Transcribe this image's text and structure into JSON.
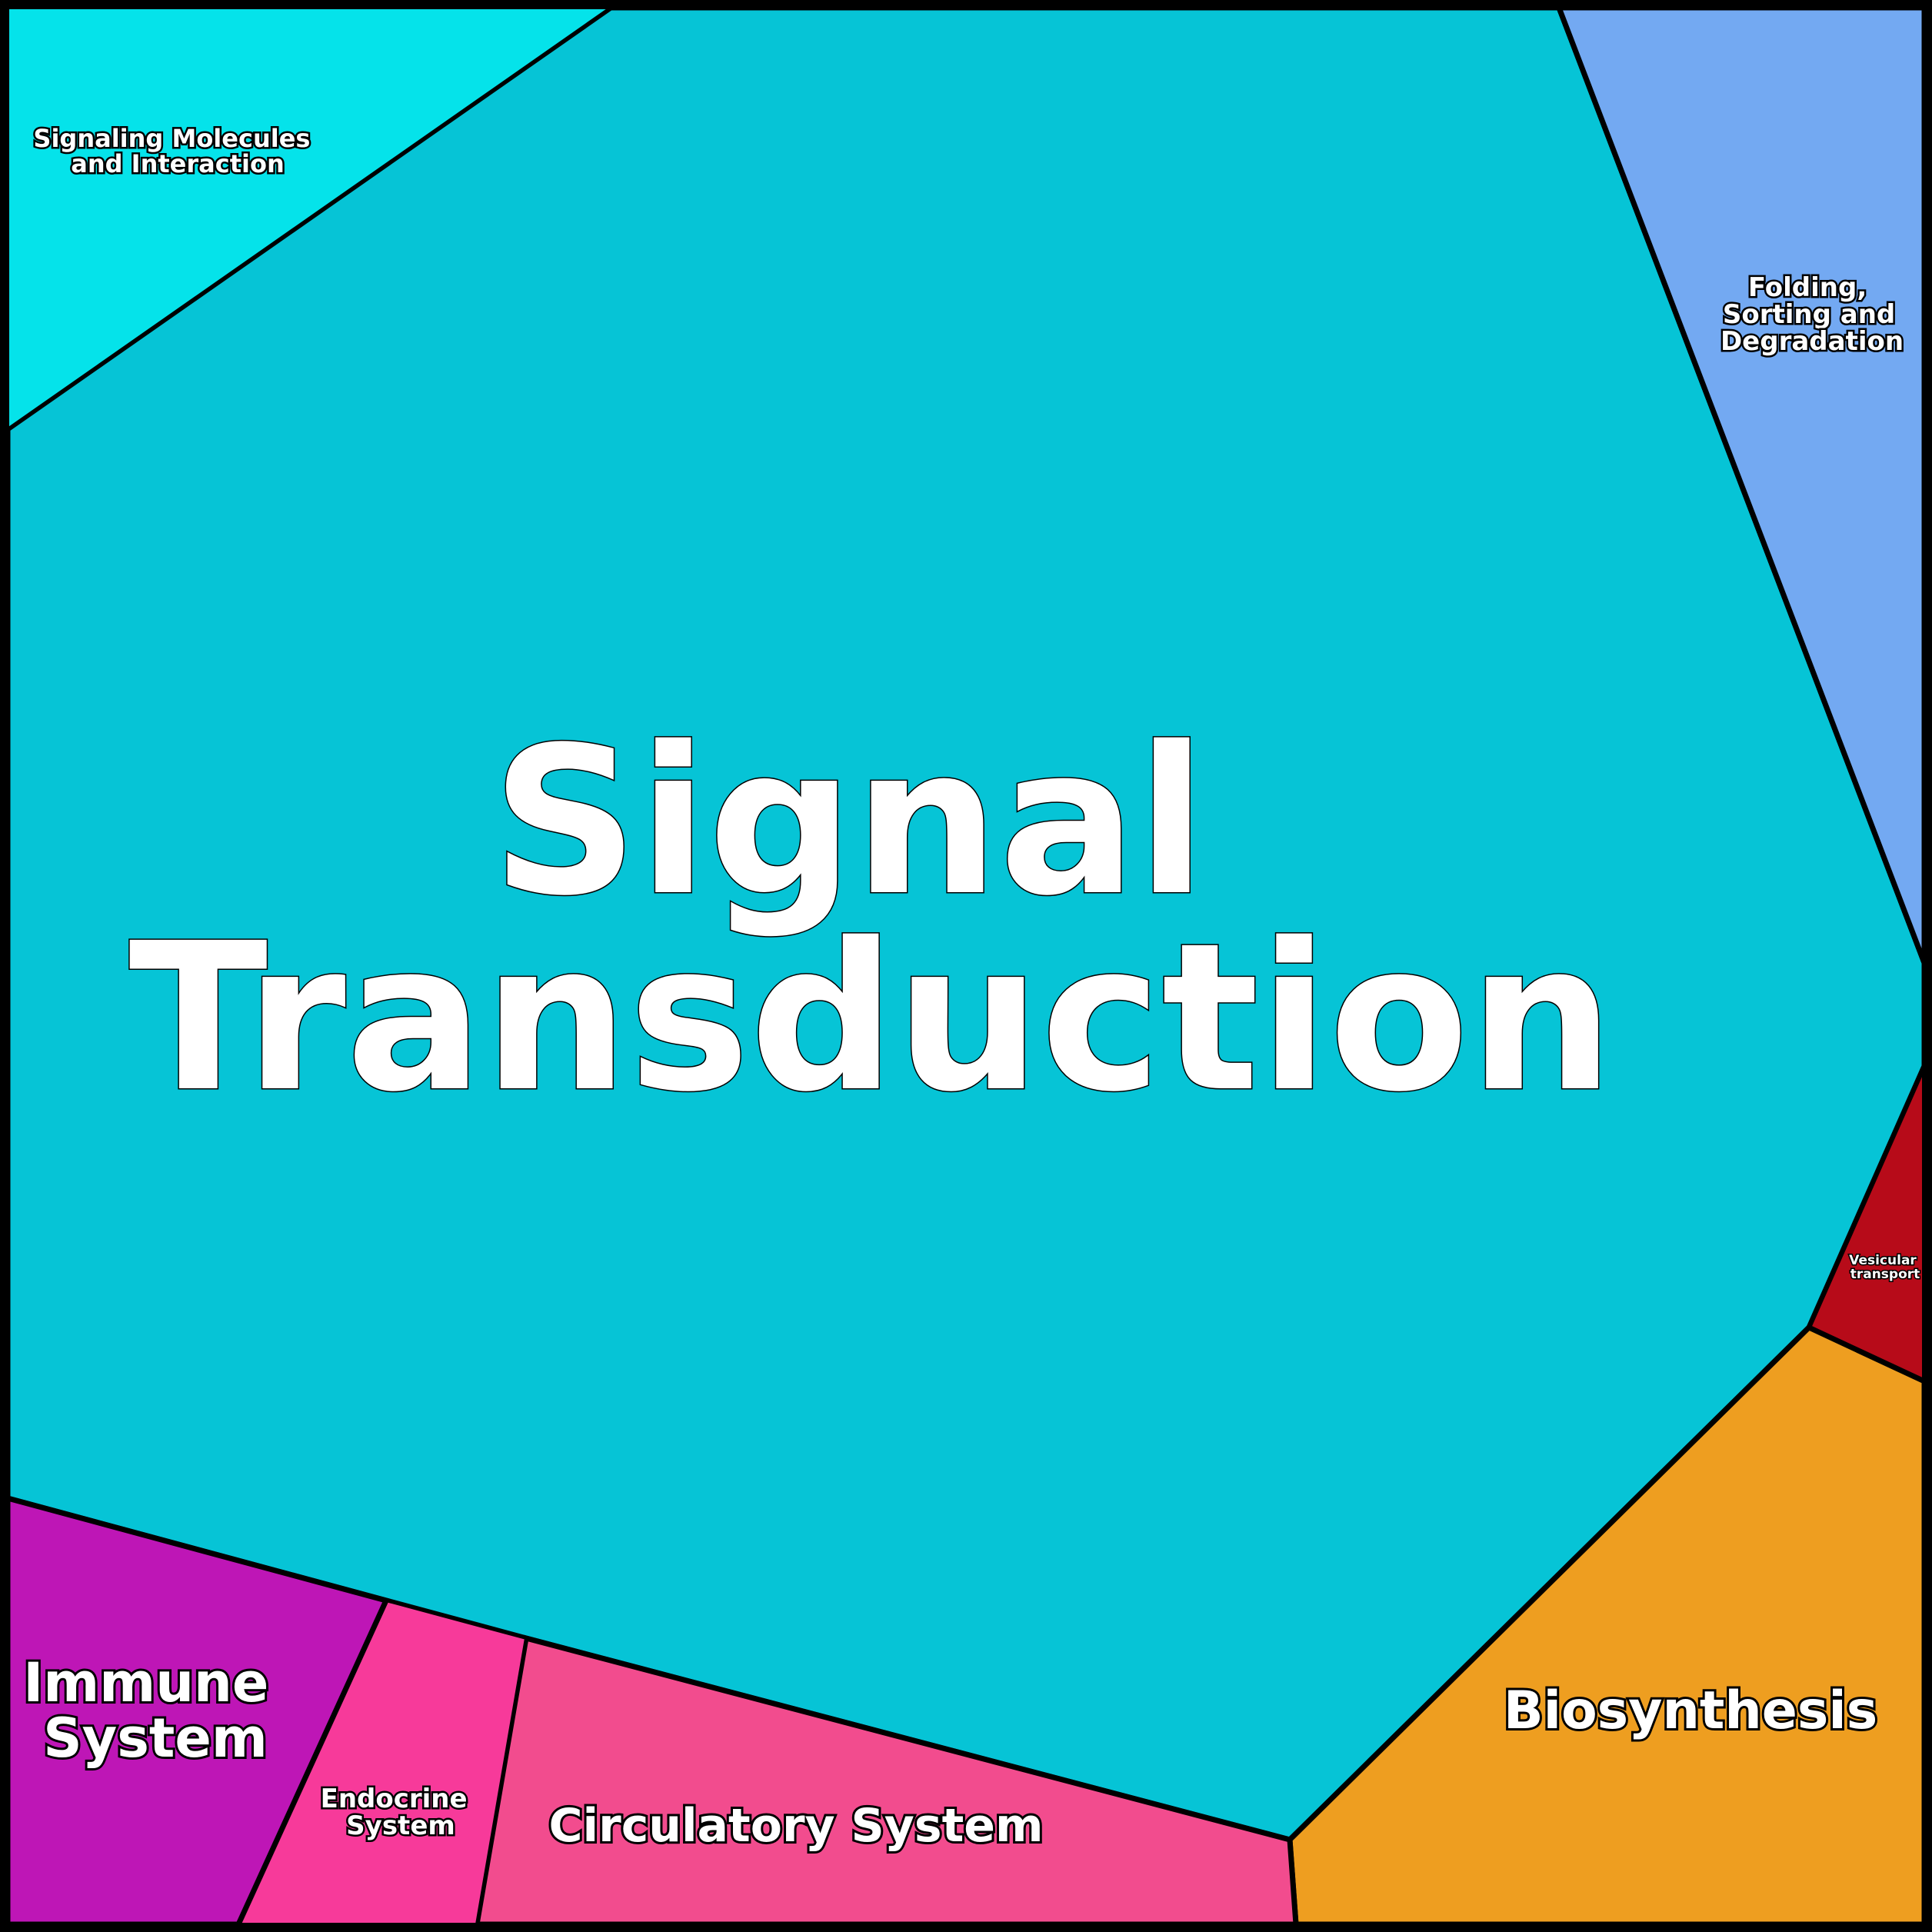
{
  "diagram": {
    "type": "voronoi-treemap",
    "colors": {
      "border": "#000000",
      "label_text": "#ffffff",
      "label_outline": "#000000"
    },
    "regions": [
      {
        "id": "signal-transduction",
        "lines": [
          "Signal",
          "Transduction"
        ],
        "color": "#06C4D6"
      },
      {
        "id": "signaling-molecules",
        "lines": [
          "Signaling Molecules",
          "and Interaction"
        ],
        "color": "#05E3EA"
      },
      {
        "id": "folding-sorting",
        "lines": [
          "Folding,",
          "Sorting and",
          "Degradation"
        ],
        "color": "#73A9F2"
      },
      {
        "id": "vesicular-transport",
        "lines": [
          "Vesicular",
          "transport"
        ],
        "color": "#B70B19"
      },
      {
        "id": "biosynthesis",
        "lines": [
          "Biosynthesis"
        ],
        "color": "#EE9E20"
      },
      {
        "id": "circulatory-system",
        "lines": [
          "Circulatory System"
        ],
        "color": "#F24C8E"
      },
      {
        "id": "endocrine-system",
        "lines": [
          "Endocrine",
          "System"
        ],
        "color": "#F73A9A"
      },
      {
        "id": "immune-system",
        "lines": [
          "Immune",
          "System"
        ],
        "color": "#BE16B6"
      }
    ]
  }
}
